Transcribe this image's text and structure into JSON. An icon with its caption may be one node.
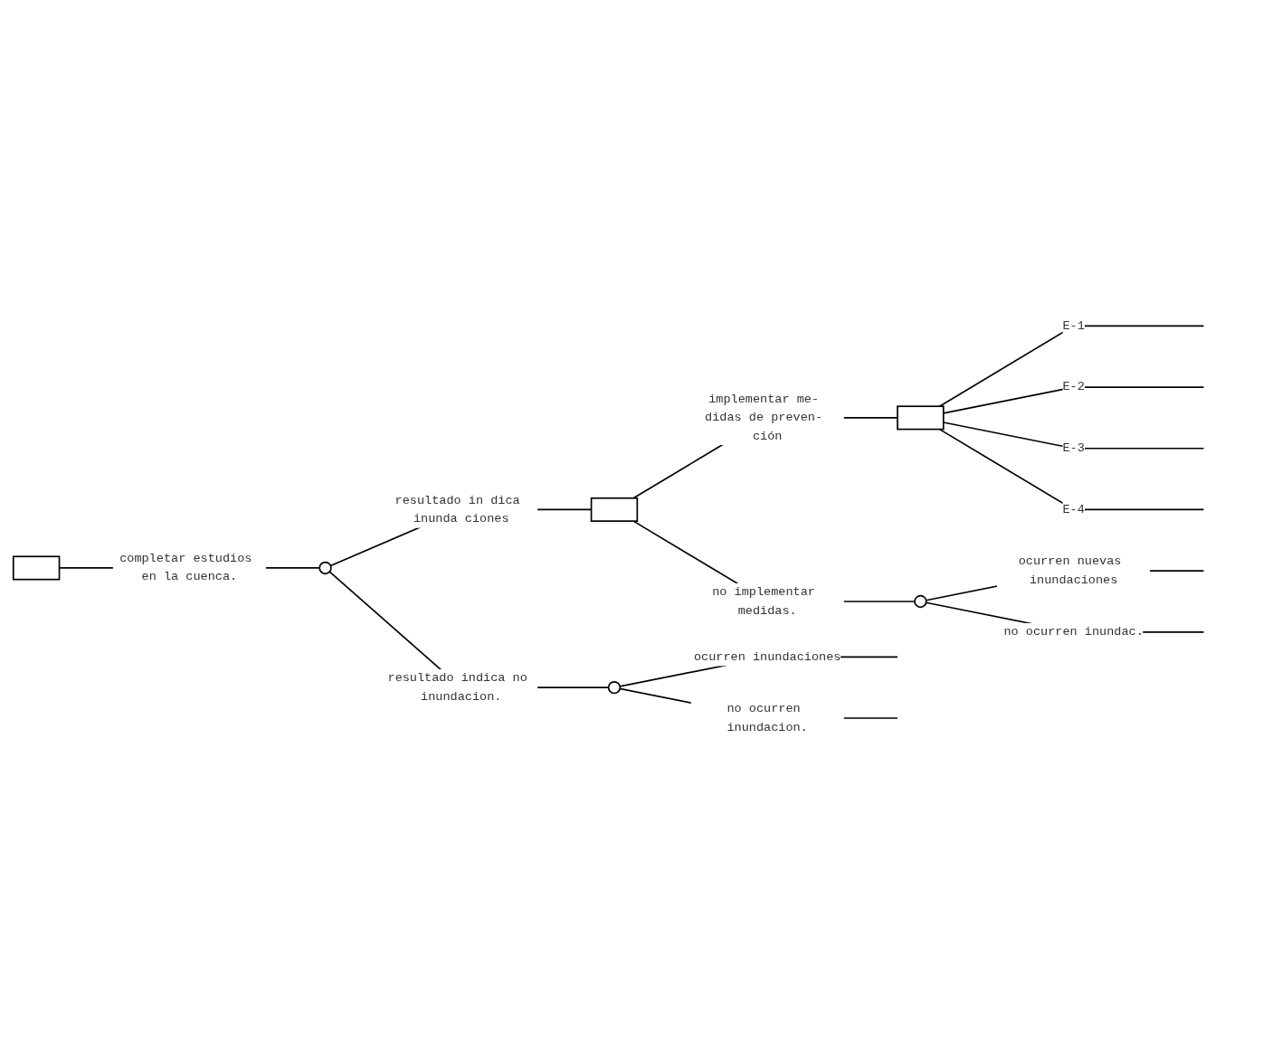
{
  "diagram": {
    "nodes": [
      {
        "text": [],
        "shape": "box"
      },
      {
        "text": [],
        "shape": "circle"
      },
      {
        "text": [],
        "shape": "box"
      },
      {
        "text": [],
        "shape": "box"
      },
      {
        "text": [],
        "shape": "circle"
      },
      {
        "text": [],
        "shape": "circle"
      }
    ],
    "edges": [
      {
        "from": 0,
        "to": 1,
        "arrow": "none",
        "label": "completar estudios en la cuenca."
      },
      {
        "from": 1,
        "to": 2,
        "arrow": "none",
        "label": "resultado in dica inunda ciones"
      },
      {
        "from": 1,
        "to": 5,
        "arrow": "none",
        "label": "resultado indica no inundacion."
      },
      {
        "from": 2,
        "to": 3,
        "arrow": "none",
        "label": "implementar me- didas de preven- ción"
      },
      {
        "from": 2,
        "to": 4,
        "arrow": "none",
        "label": "no implementar medidas."
      },
      {
        "from": 3,
        "to": null,
        "arrow": "none",
        "label": "E-1"
      },
      {
        "from": 3,
        "to": null,
        "arrow": "none",
        "label": "E-2"
      },
      {
        "from": 3,
        "to": null,
        "arrow": "none",
        "label": "E-3"
      },
      {
        "from": 3,
        "to": null,
        "arrow": "none",
        "label": "E-4"
      },
      {
        "from": 4,
        "to": null,
        "arrow": "none",
        "label": "ocurren nuevas inundaciones"
      },
      {
        "from": 4,
        "to": null,
        "arrow": "none",
        "label": "no ocurren inundac."
      },
      {
        "from": 5,
        "to": null,
        "arrow": "none",
        "label": "ocurren inundaciones"
      },
      {
        "from": 5,
        "to": null,
        "arrow": "none",
        "label": "no ocurren inundacion."
      }
    ]
  }
}
